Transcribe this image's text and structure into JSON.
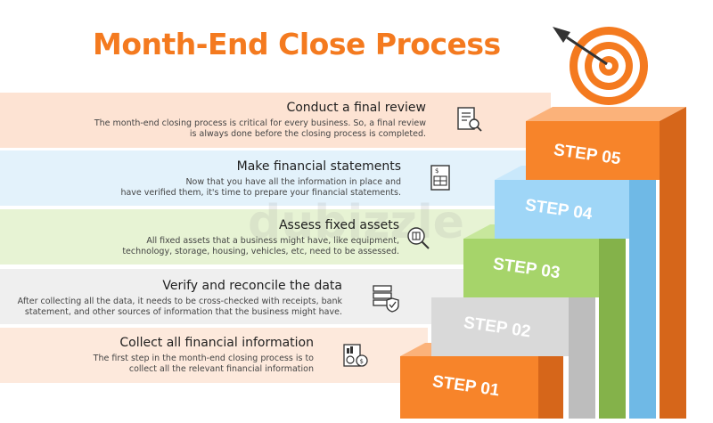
{
  "title": "Month-End Close Process",
  "watermark": "dubizzle",
  "steps": [
    {
      "label": "STEP 05",
      "heading": "Conduct a final review",
      "desc_1": "The month-end closing process is critical for every business. So, a final review",
      "desc_2": "is always done before the closing process is completed.",
      "icon": "document-search-icon",
      "band_color": "#fde3d3"
    },
    {
      "label": "STEP 04",
      "heading": "Make financial statements",
      "desc_1": "Now that you have all the information in place and",
      "desc_2": "have verified them, it's time to prepare your financial statements.",
      "icon": "financial-statement-icon",
      "band_color": "#e3f2fb"
    },
    {
      "label": "STEP 03",
      "heading": "Assess fixed assets",
      "desc_1": "All fixed assets that a business might have, like equipment,",
      "desc_2": "technology, storage, housing, vehicles, etc, need to be assessed.",
      "icon": "asset-inspect-icon",
      "band_color": "#e7f3d4"
    },
    {
      "label": "STEP 02",
      "heading": "Verify and reconcile the data",
      "desc_1": "After collecting all the data, it needs to be cross-checked with receipts, bank",
      "desc_2": "statement, and other sources of information that the business might have.",
      "icon": "server-shield-icon",
      "band_color": "#efefef"
    },
    {
      "label": "STEP 01",
      "heading": "Collect all financial information",
      "desc_1": "The first step in the month-end closing process is to",
      "desc_2": "collect all the relevant financial information",
      "icon": "finance-report-icon",
      "band_color": "#fde9dc"
    }
  ],
  "colors": {
    "orange": "#f7842a",
    "blue": "#9fd6f7",
    "green": "#a6d46a",
    "grey": "#d9d9d9",
    "dark_text": "#1e1e1e"
  }
}
